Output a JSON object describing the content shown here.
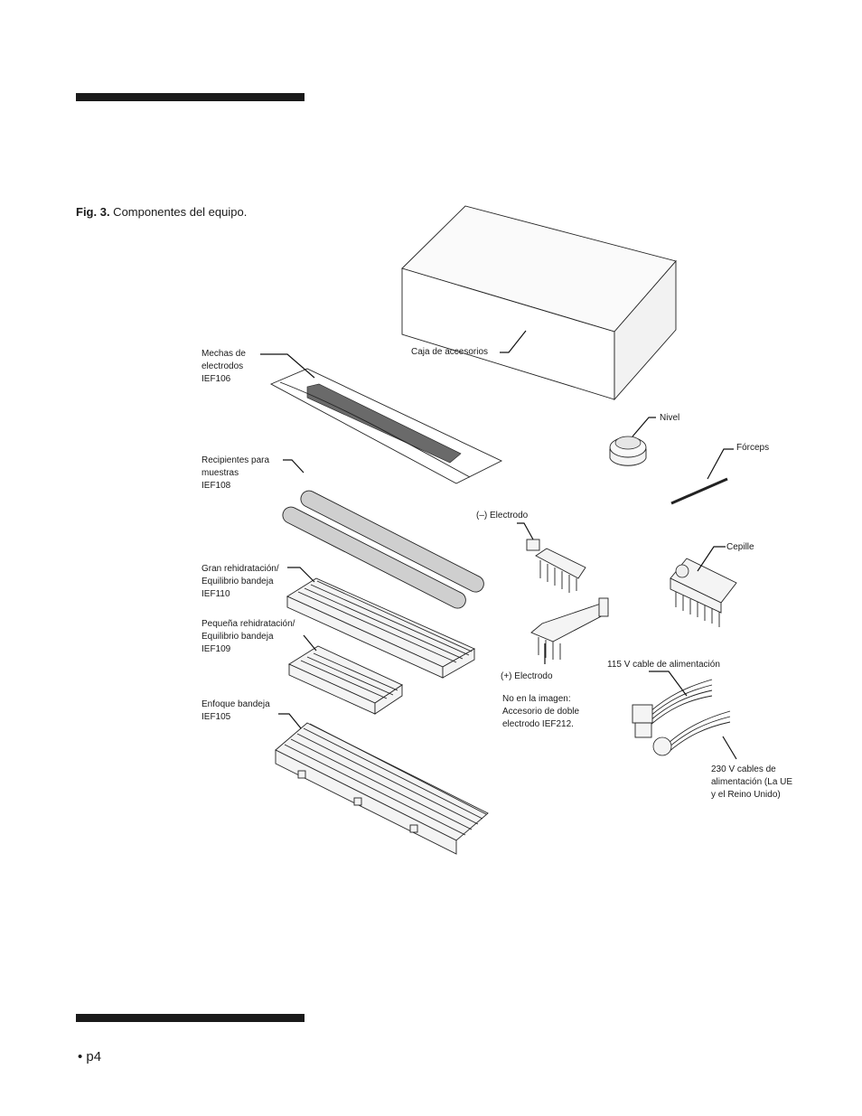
{
  "figure": {
    "caption_bold": "Fig. 3.",
    "caption_text": " Componentes del equipo."
  },
  "labels": {
    "caja": "Caja de accesorios",
    "mechas": [
      "Mechas de",
      "electrodos",
      "IEF106"
    ],
    "nivel": "Nivel",
    "forceps": "Fórceps",
    "recipientes": [
      "Recipientes para",
      "muestras",
      "IEF108"
    ],
    "electrodo_neg": "(–) Electrodo",
    "cepille": "Cepille",
    "gran": [
      "Gran rehidratación/",
      "Equilibrio bandeja",
      "IEF110"
    ],
    "pequena": [
      "Pequeña rehidratación/",
      "Equilibrio bandeja",
      "IEF109"
    ],
    "cable115": "115 V cable de alimentación",
    "electrodo_pos": "(+) Electrodo",
    "nota": [
      "No en la imagen:",
      "Accesorio de doble",
      "electrodo IEF212."
    ],
    "enfoque": [
      "Enfoque bandeja",
      "IEF105"
    ],
    "cable230": [
      "230 V cables de",
      "alimentación (La UE",
      "y el Reino Unido)"
    ]
  },
  "footer": {
    "page": "• p4"
  }
}
